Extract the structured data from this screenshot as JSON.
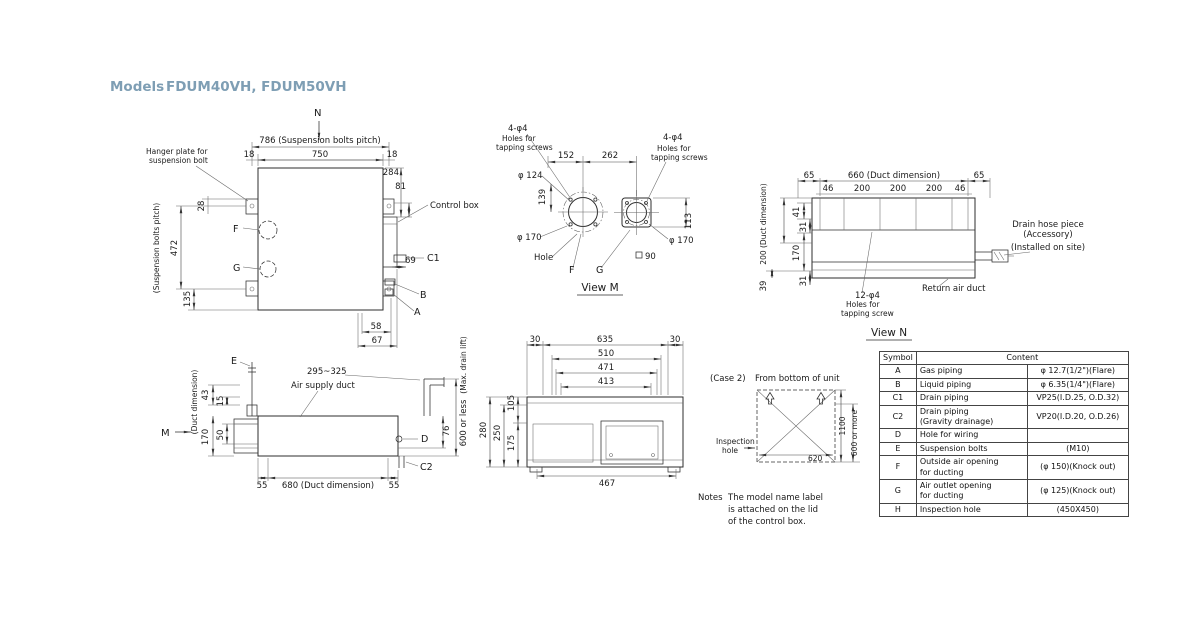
{
  "title": {
    "models": "Models",
    "value": "FDUM40VH, FDUM50VH"
  },
  "plan": {
    "n": "N",
    "hanger1": "Hanger plate for",
    "hanger2": "suspension bolt",
    "d786": "786 (Suspension bolts pitch)",
    "d18": "18",
    "d750": "750",
    "d284": "284",
    "d81": "81",
    "control_box": "Control box",
    "d28": "28",
    "d472": "472",
    "pitch": "(Suspension bolts pitch)",
    "d135": "135",
    "f": "F",
    "g": "G",
    "d69": "69",
    "c1": "C1",
    "b": "B",
    "a": "A",
    "d58": "58",
    "d67": "67"
  },
  "view_m": {
    "holes4": "4-φ4",
    "holes_l1": "Holes for",
    "holes_l2": "tapping screws",
    "d152": "152",
    "d262": "262",
    "d124": "φ 124",
    "d139": "139",
    "d170": "φ 170",
    "hole": "Hole",
    "f": "F",
    "g": "G",
    "d113": "113",
    "d90": "90",
    "caption": "View M"
  },
  "view_n": {
    "d65": "65",
    "d660": "660 (Duct dimension)",
    "d46": "46",
    "d200": "200",
    "duct200": "200 (Duct dimension)",
    "d41": "41",
    "d31": "31",
    "d170": "170",
    "d39": "39",
    "drain1": "Drain hose piece",
    "drain2": "(Accessory)",
    "drain3": "(Installed on site)",
    "return_duct": "Return air duct",
    "holes12": "12-φ4",
    "holes_l1": "Holes for",
    "holes_l2": "tapping screw",
    "caption": "View N"
  },
  "side": {
    "e": "E",
    "m": "M",
    "d43": "43",
    "d15": "15",
    "duct_dim": "(Duct dimension)",
    "air_supply": "Air supply duct",
    "d170": "170",
    "d50": "50",
    "d55": "55",
    "d680": "680 (Duct dimension)",
    "d295": "295~325",
    "max_drain": "(Max. drain lift)",
    "d600": "600 or less",
    "d": "D",
    "d76": "76",
    "c2": "C2"
  },
  "front": {
    "d30": "30",
    "d635": "635",
    "d510": "510",
    "d471": "471",
    "d413": "413",
    "d105": "105",
    "d280": "280",
    "d250": "250",
    "d175": "175",
    "d467": "467"
  },
  "case2": {
    "label": "(Case 2)",
    "from_bottom": "From bottom of unit",
    "inspection1": "Inspection",
    "inspection2": "hole",
    "d620": "620",
    "d1100": "1100",
    "d600": "600 or more"
  },
  "notes": {
    "label": "Notes",
    "line1": "The model name label",
    "line2": "is attached on the lid",
    "line3": "of the control box."
  },
  "table": {
    "header_symbol": "Symbol",
    "header_content": "Content",
    "rows": [
      {
        "symbol": "A",
        "desc": "Gas piping",
        "desc2": "",
        "spec": "φ 12.7(1/2\")(Flare)"
      },
      {
        "symbol": "B",
        "desc": "Liquid piping",
        "desc2": "",
        "spec": "φ 6.35(1/4\")(Flare)"
      },
      {
        "symbol": "C1",
        "desc": "Drain piping",
        "desc2": "",
        "spec": "VP25(I.D.25, O.D.32)"
      },
      {
        "symbol": "C2",
        "desc": "Drain piping",
        "desc2": "(Gravity drainage)",
        "spec": "VP20(I.D.20, O.D.26)"
      },
      {
        "symbol": "D",
        "desc": "Hole for wiring",
        "desc2": "",
        "spec": ""
      },
      {
        "symbol": "E",
        "desc": "Suspension bolts",
        "desc2": "",
        "spec": "(M10)"
      },
      {
        "symbol": "F",
        "desc": "Outside air opening",
        "desc2": "for ducting",
        "spec": "(φ 150)(Knock out)"
      },
      {
        "symbol": "G",
        "desc": "Air outlet opening",
        "desc2": "for ducting",
        "spec": "(φ 125)(Knock out)"
      },
      {
        "symbol": "H",
        "desc": "Inspection hole",
        "desc2": "",
        "spec": "(450X450)"
      }
    ]
  }
}
